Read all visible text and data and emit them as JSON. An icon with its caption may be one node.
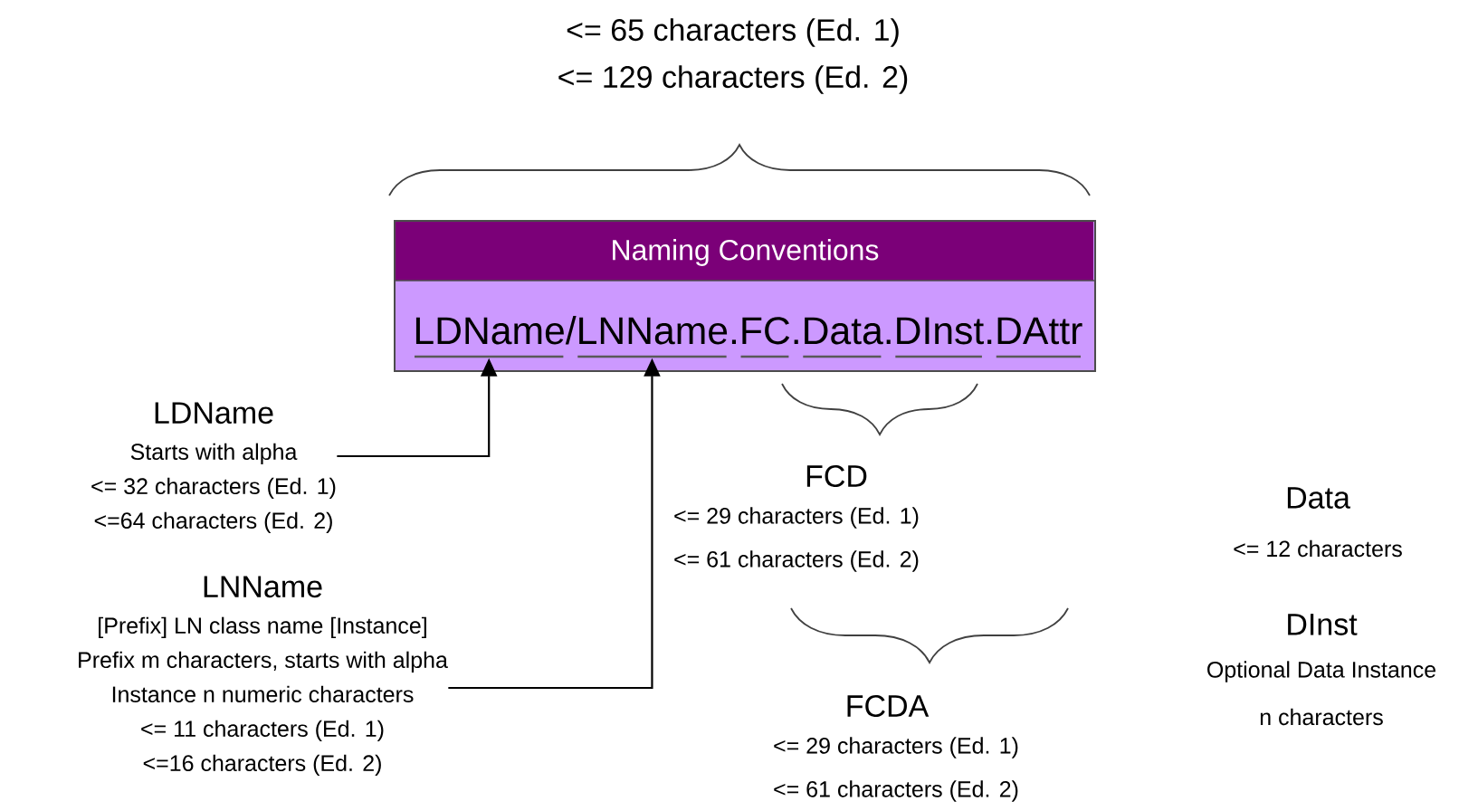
{
  "diagram": {
    "nodes": [
      {
        "text": [
          "Naming Conventions",
          "LDName/LNName.FC.Data.DInst.DAttr"
        ]
      },
      {
        "text": [],
        "shape": "bar",
        "in": 0
      },
      {
        "text": [],
        "shape": "bar",
        "in": 0
      },
      {
        "text": [],
        "shape": "bar",
        "in": 0
      },
      {
        "text": [],
        "shape": "bar",
        "in": 0
      },
      {
        "text": [],
        "shape": "bar",
        "in": 0
      },
      {
        "text": [],
        "shape": "bar",
        "in": 0
      },
      {
        "text": [
          "LDName",
          "Starts with alpha",
          "<= 32 characters (Ed. 1)",
          "<=64 characters (Ed. 2)"
        ]
      },
      {
        "text": [
          "LNName",
          "[Prefix] LN class name [Instance]",
          "Prefix m characters, starts with alpha",
          "Instance n numeric characters",
          "<= 11 characters (Ed. 1)",
          "<=16 characters (Ed. 2)"
        ]
      }
    ],
    "edges": [
      {
        "from": 7,
        "to": 1,
        "arrow": "to"
      },
      {
        "from": 8,
        "to": 2,
        "arrow": "to"
      }
    ],
    "labels": [
      "<= 65 characters (Ed. 1)",
      "<= 129 characters (Ed. 2)",
      "FCD",
      "<= 29 characters (Ed. 1)",
      "<= 61 characters (Ed. 2)",
      "Data",
      "<= 12 characters",
      "DInst",
      "Optional Data Instance",
      "n characters",
      "FCDA",
      "<= 29 characters (Ed. 1)",
      "<= 61 characters (Ed. 2)"
    ]
  }
}
